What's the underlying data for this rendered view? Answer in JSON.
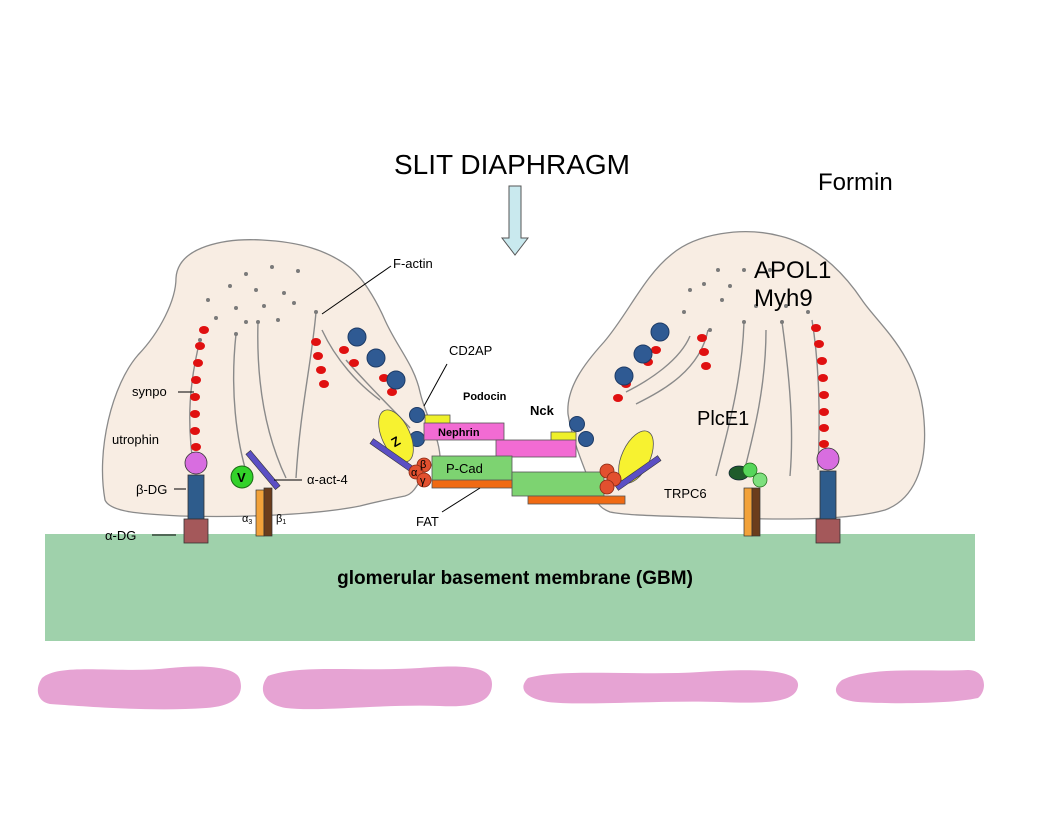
{
  "title": "SLIT DIAPHRAGM",
  "gbm_label": "glomerular basement membrane (GBM)",
  "labels": {
    "formin": "Formin",
    "apol1": "APOL1",
    "myh9": "Myh9",
    "f_actin": "F-actin",
    "cd2ap": "CD2AP",
    "podocin": "Podocin",
    "nck": "Nck",
    "nephrin": "Nephrin",
    "plce1": "PlcE1",
    "synpo": "synpo",
    "utrophin": "utrophin",
    "beta_dg": "β-DG",
    "alpha_dg": "α-DG",
    "alpha_act_4": "α-act-4",
    "p_cad": "P-Cad",
    "fat": "FAT",
    "trpc6": "TRPC6",
    "v": "V",
    "z": "Z",
    "integrin_a3": "α",
    "integrin_a3_sub": "3",
    "integrin_b1": "β",
    "integrin_b1_sub": "1",
    "catenin_beta": "β",
    "catenin_alpha": "α",
    "catenin_gamma": "γ"
  },
  "colors": {
    "cell_fill": "#f8ede3",
    "gbm": "#9fd1ab",
    "endothelium": "#e6a3d3",
    "actin_dot_red": "#e01010",
    "blue_sphere": "#2f5a93",
    "nephrin": "#f26bd3",
    "p_cad": "#7dd371",
    "fat": "#f06a13",
    "podocin": "#eef02a",
    "zo1": "#f7f230",
    "utrophin": "#d86de0",
    "beta_dg": "#2e5c8c",
    "alpha_dg": "#a4585a",
    "integrin_a3": "#f2a23a",
    "integrin_b1": "#6b3d1c",
    "alpha_act_4": "#5b4fc4",
    "catenin": "#e2502f",
    "vinculin": "#33d22a",
    "trpc6_dark": "#1f5c2b",
    "trpc6_light": "#7ee07e",
    "arrow": "#c9e9ee"
  }
}
